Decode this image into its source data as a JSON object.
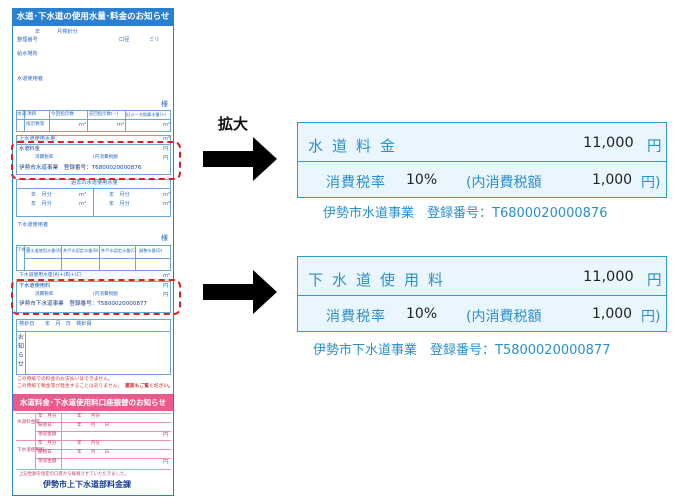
{
  "slip": {
    "title": "水道･下水道の使用水量･料金のお知らせ",
    "period_year": "年",
    "period_label": "月検針分",
    "number_label": "整理番号",
    "bore_label": "口径",
    "bore_unit": "ミリ",
    "supply_place": "給水場所",
    "water_user": "水道使用者",
    "honorific": "様",
    "meter_cols": [
      "水道",
      "項目",
      "今回指示数",
      "前回指示数(−)",
      "旧メータ換算水量(+)"
    ],
    "meter_row": "指示数等",
    "unit_m3": "m³",
    "usage_water": "上水道使用水量",
    "water_fee": "水道料金",
    "tax": "消費税率",
    "tax_in": "(内消費税額",
    "yen": "円",
    "water_reg": "伊勢市水道事業　登録番号：T6800020000876",
    "past_title": "過去の水道使用水量",
    "month": "年　月分",
    "sewer_user": "下水道使用者",
    "sewer_cols": [
      "下水道",
      "上水道使用水量(A)",
      "井戸水認定水量(B)",
      "井戸水認定水量(C)",
      "調整水量(D)"
    ],
    "sewer_usage": "下水道使用水量(A)+(B)+(C)",
    "sewer_fee": "下水道使用料",
    "sewer_reg": "伊勢市下水道事業　登録番号：T5800020000877",
    "inspect_day": "検針日　　年　月　日　検針員",
    "notice": [
      "お",
      "知",
      "ら",
      "せ"
    ],
    "note1": "この用紙での料金のお支払いはできません。",
    "note2": "この用紙で税金等が発生することはありません。",
    "note2_bold": "裏面もご覧ください。",
    "pink_title": "水道料金･下水道使用料口座振替のお知らせ",
    "pink_rows": [
      {
        "group": "水道料金等",
        "items": [
          "年　月分",
          "振替日",
          "領収金額"
        ]
      },
      {
        "group": "下水道使用料",
        "items": [
          "年　月分",
          "振替日",
          "領収金額"
        ]
      }
    ],
    "pink_date": "年　　月　　日",
    "pink_month": "年　　月分",
    "pink_note": "上記金額を指定の口座から振替させていただきました。",
    "issuer": "伊勢市上下水道部料金課"
  },
  "zoom_label": "拡大",
  "water_panel": {
    "title": "水道料金",
    "amount": "11,000",
    "yen": "円",
    "tax_label": "消費税率",
    "tax_rate": "10%",
    "tax_in_label": "(内消費税額",
    "tax_amount": "1,000",
    "tax_yen": "円)",
    "registration": "伊勢市水道事業　登録番号：T6800020000876"
  },
  "sewer_panel": {
    "title": "下水道使用料",
    "amount": "11,000",
    "yen": "円",
    "tax_label": "消費税率",
    "tax_rate": "10%",
    "tax_in_label": "(内消費税額",
    "tax_amount": "1,000",
    "tax_yen": "円)",
    "registration": "伊勢市下水道事業　登録番号：T5800020000877"
  }
}
